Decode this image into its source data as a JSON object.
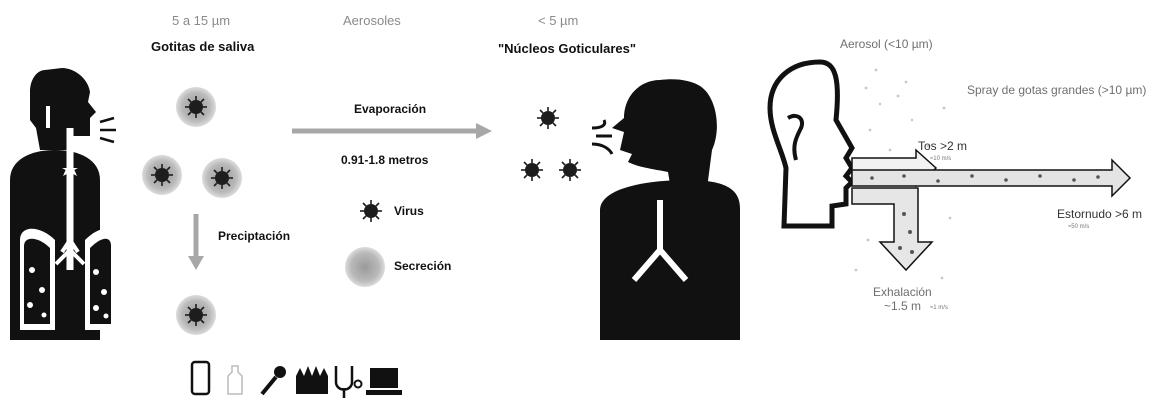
{
  "transmission": {
    "size_large": "5 a 15 µm",
    "droplets_title": "Gotitas de saliva",
    "aerosols": "Aerosoles",
    "size_small": "< 5 µm",
    "nuclei_title": "\"Núcleos Goticulares\"",
    "evaporation": "Evaporación",
    "distance": "0.91-1.8 metros",
    "precipitation": "Preciptación",
    "legend_virus": "Virus",
    "legend_secretion": "Secreción"
  },
  "dispersion": {
    "aerosol": "Aerosol (<10 µm)",
    "spray": "Spray de gotas grandes (>10 µm)",
    "cough": "Tos >2 m",
    "cough_speed": "≈10 m/s",
    "sneeze": "Estornudo >6 m",
    "sneeze_speed": "≈50 m/s",
    "exhalation": "Exhalación",
    "exhalation_distance": "~1.5 m",
    "exhalation_speed": "≈1 m/s"
  },
  "colors": {
    "figure": "#111111",
    "arrow_gray": "#a7a7a7",
    "virus_core": "#1d1d1d",
    "secretion_halo": "#b9b9b9"
  },
  "icons": [
    "phone-icon",
    "bottle-icon",
    "microphone-icon",
    "hands-icon",
    "stethoscope-icon",
    "laptop-icon"
  ]
}
